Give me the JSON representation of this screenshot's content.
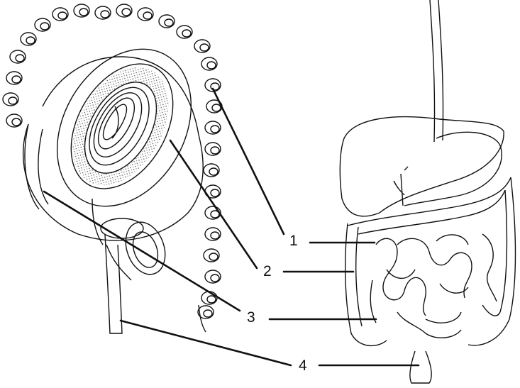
{
  "labels": [
    {
      "id": "1",
      "text": "1"
    },
    {
      "id": "2",
      "text": "2"
    },
    {
      "id": "3",
      "text": "3"
    },
    {
      "id": "4",
      "text": "4"
    }
  ],
  "colors": {
    "ink": "#111111",
    "background": "#ffffff",
    "stipple": "#555555"
  }
}
